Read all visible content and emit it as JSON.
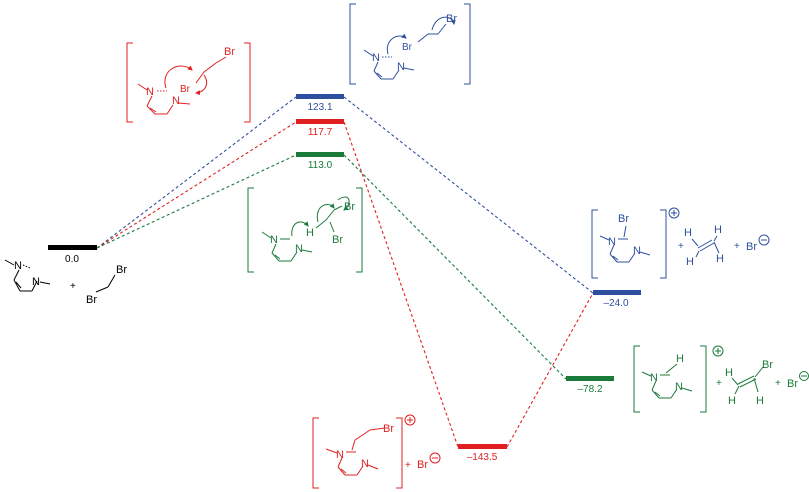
{
  "colors": {
    "black": "#000000",
    "blue": "#2e4fa0",
    "red": "#e02020",
    "green": "#1a7a3a"
  },
  "levels": {
    "start": "0.0",
    "ts_blue": "123.1",
    "ts_red": "117.7",
    "ts_green": "113.0",
    "prod_blue": "–24.0",
    "prod_green": "–78.2",
    "prod_red": "–143.5"
  },
  "atoms": {
    "N": "N",
    "Br": "Br",
    "H": "H",
    "plus": "+",
    "br_minus": "Br"
  }
}
